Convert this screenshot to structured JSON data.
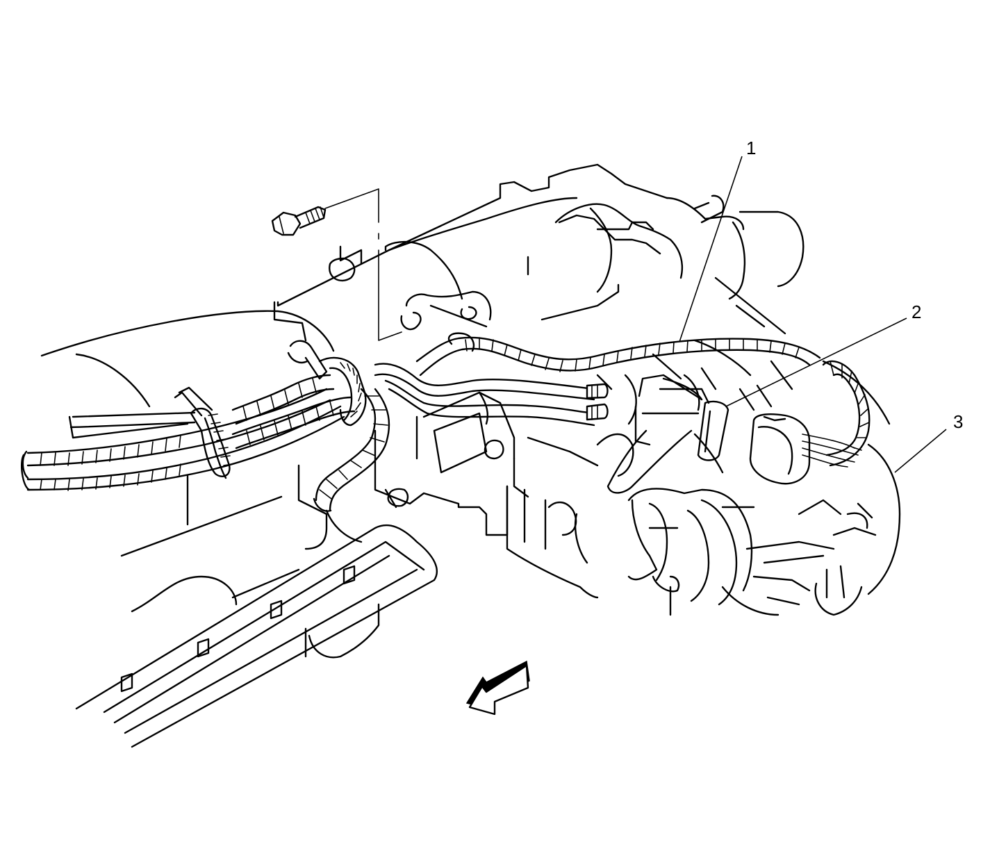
{
  "callouts": [
    {
      "id": "1",
      "label": "1"
    },
    {
      "id": "2",
      "label": "2"
    },
    {
      "id": "3",
      "label": "3"
    }
  ],
  "icons": {
    "direction_arrow": "front-direction-arrow-icon",
    "bolt": "bolt-icon"
  },
  "colors": {
    "line": "#000000",
    "background": "#ffffff"
  }
}
